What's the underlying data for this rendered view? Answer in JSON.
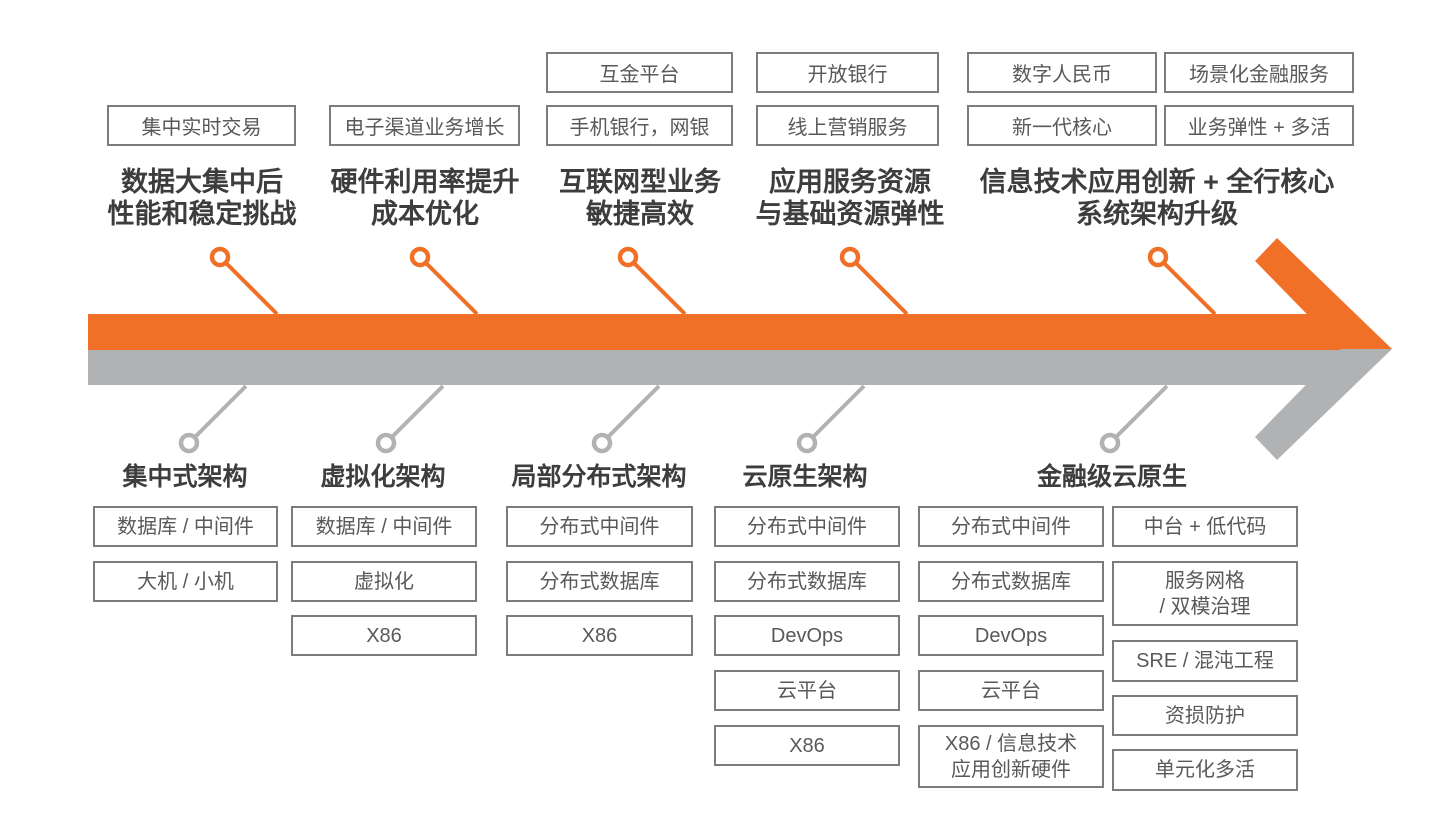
{
  "colors": {
    "orange": "#F07028",
    "band_gray": "#B1B2B4",
    "box_border": "#7C7C7C",
    "box_text": "#595959",
    "title_text": "#3D3D3D",
    "background": "#FFFFFF"
  },
  "timeline": {
    "phases": [
      {
        "title": "数据大集中后\n性能和稳定挑战",
        "tags_row1": [],
        "tags_row2": [
          "集中实时交易"
        ]
      },
      {
        "title": "硬件利用率提升\n成本优化",
        "tags_row1": [],
        "tags_row2": [
          "电子渠道业务增长"
        ]
      },
      {
        "title": "互联网型业务\n敏捷高效",
        "tags_row1": [
          "互金平台"
        ],
        "tags_row2": [
          "手机银行，网银"
        ]
      },
      {
        "title": "应用服务资源\n与基础资源弹性",
        "tags_row1": [
          "开放银行"
        ],
        "tags_row2": [
          "线上营销服务"
        ]
      },
      {
        "title": "信息技术应用创新 + 全行核心\n系统架构升级",
        "tags_row1": [
          "数字人民币",
          "场景化金融服务"
        ],
        "tags_row2": [
          "新一代核心",
          "业务弹性 + 多活"
        ]
      }
    ],
    "eras": [
      {
        "title": "集中式架构",
        "items": [
          "数据库 / 中间件",
          "大机 / 小机"
        ]
      },
      {
        "title": "虚拟化架构",
        "items": [
          "数据库 / 中间件",
          "虚拟化",
          "X86"
        ]
      },
      {
        "title": "局部分布式架构",
        "items": [
          "分布式中间件",
          "分布式数据库",
          "X86"
        ]
      },
      {
        "title": "云原生架构",
        "items": [
          "分布式中间件",
          "分布式数据库",
          "DevOps",
          "云平台",
          "X86"
        ]
      },
      {
        "title": "金融级云原生",
        "items_col1": [
          "分布式中间件",
          "分布式数据库",
          "DevOps",
          "云平台",
          "X86 / 信息技术\n应用创新硬件"
        ],
        "items_col2": [
          "中台 + 低代码",
          "服务网格\n/ 双模治理",
          "SRE / 混沌工程",
          "资损防护",
          "单元化多活"
        ]
      }
    ]
  }
}
